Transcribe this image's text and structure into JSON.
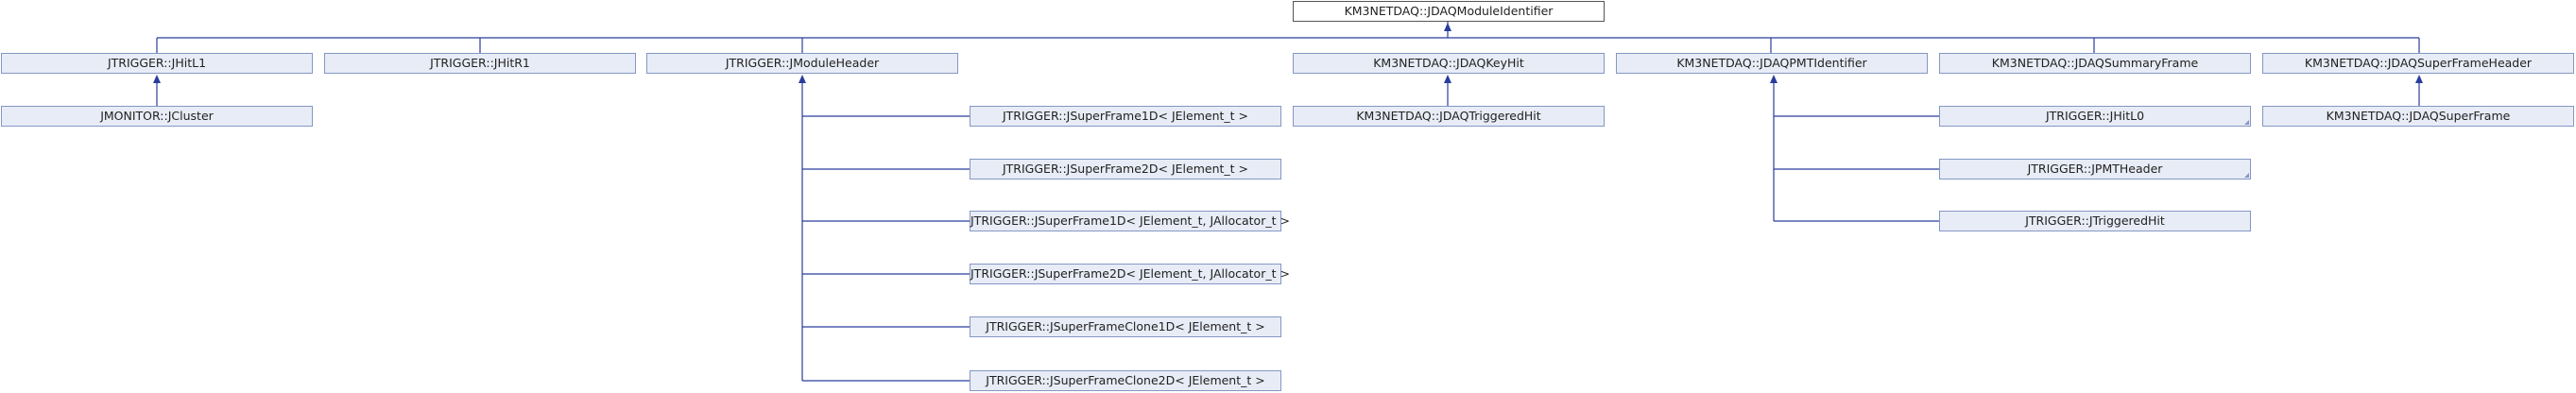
{
  "nodes": {
    "root": "KM3NETDAQ::JDAQModuleIdentifier",
    "jhitl1": "JTRIGGER::JHitL1",
    "jhitr1": "JTRIGGER::JHitR1",
    "jmoduleheader": "JTRIGGER::JModuleHeader",
    "jdaqkeyhit": "KM3NETDAQ::JDAQKeyHit",
    "jdaqpmtidentifier": "KM3NETDAQ::JDAQPMTIdentifier",
    "jdaqsummaryframe": "KM3NETDAQ::JDAQSummaryFrame",
    "jdaqsuperframeheader": "KM3NETDAQ::JDAQSuperFrameHeader",
    "jcluster": "JMONITOR::JCluster",
    "jdaqtriggeredhit": "KM3NETDAQ::JDAQTriggeredHit",
    "jdaqsuperframe": "KM3NETDAQ::JDAQSuperFrame",
    "jsuperframe1d": "JTRIGGER::JSuperFrame1D< JElement_t >",
    "jsuperframe2d": "JTRIGGER::JSuperFrame2D< JElement_t >",
    "jsuperframe1d_alloc": "JTRIGGER::JSuperFrame1D< JElement_t, JAllocator_t >",
    "jsuperframe2d_alloc": "JTRIGGER::JSuperFrame2D< JElement_t, JAllocator_t >",
    "jsuperframeclone1d": "JTRIGGER::JSuperFrameClone1D< JElement_t >",
    "jsuperframeclone2d": "JTRIGGER::JSuperFrameClone2D< JElement_t >",
    "jhitl0": "JTRIGGER::JHitL0",
    "jpmtheader": "JTRIGGER::JPMTHeader",
    "jtriggeredhit": "JTRIGGER::JTriggeredHit"
  }
}
